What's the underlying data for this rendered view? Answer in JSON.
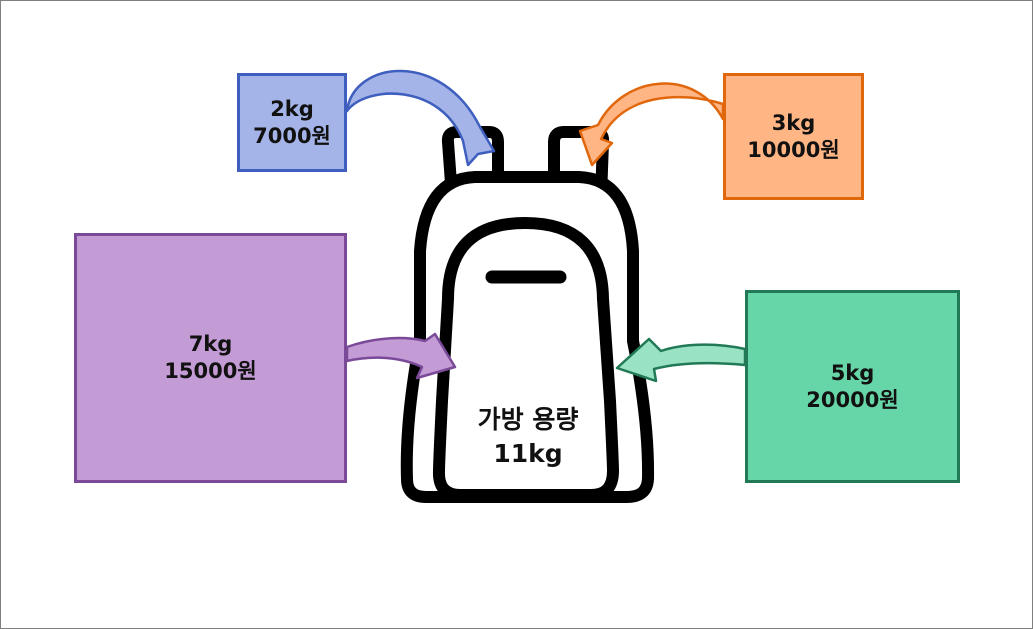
{
  "items": [
    {
      "weight": "2kg",
      "price": "7000원",
      "fill": "#a4b4e8",
      "stroke": "#3f5fbf"
    },
    {
      "weight": "3kg",
      "price": "10000원",
      "fill": "#ffb584",
      "stroke": "#e0670c"
    },
    {
      "weight": "7kg",
      "price": "15000원",
      "fill": "#c39bd5",
      "stroke": "#7a4a98"
    },
    {
      "weight": "5kg",
      "price": "20000원",
      "fill": "#66d6a8",
      "stroke": "#217a55"
    }
  ],
  "bag": {
    "title": "가방 용량",
    "capacity": "11kg",
    "icon": "backpack-icon",
    "outline_color": "#000000"
  },
  "arrows": [
    {
      "icon": "curved-arrow-icon",
      "fill": "#a4b4e8",
      "stroke": "#3f5fbf"
    },
    {
      "icon": "curved-arrow-icon",
      "fill": "#ffb584",
      "stroke": "#e0670c"
    },
    {
      "icon": "curved-arrow-icon",
      "fill": "#c39bd5",
      "stroke": "#7a4a98"
    },
    {
      "icon": "curved-arrow-icon",
      "fill": "#99e3c4",
      "stroke": "#217a55"
    }
  ]
}
